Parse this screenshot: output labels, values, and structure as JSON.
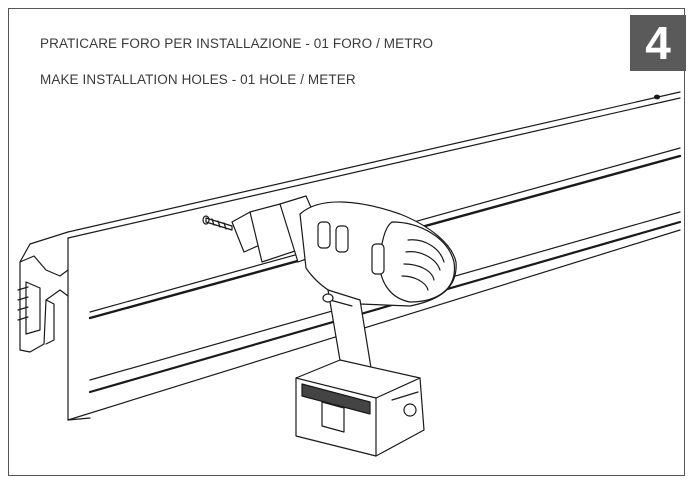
{
  "instructions": {
    "italian": "PRATICARE FORO PER INSTALLAZIONE - 01 FORO / METRO",
    "english": "MAKE INSTALLATION HOLES - 01 HOLE / METER"
  },
  "step_number": "4",
  "illustration_icon": "drill-on-profile-illustration"
}
